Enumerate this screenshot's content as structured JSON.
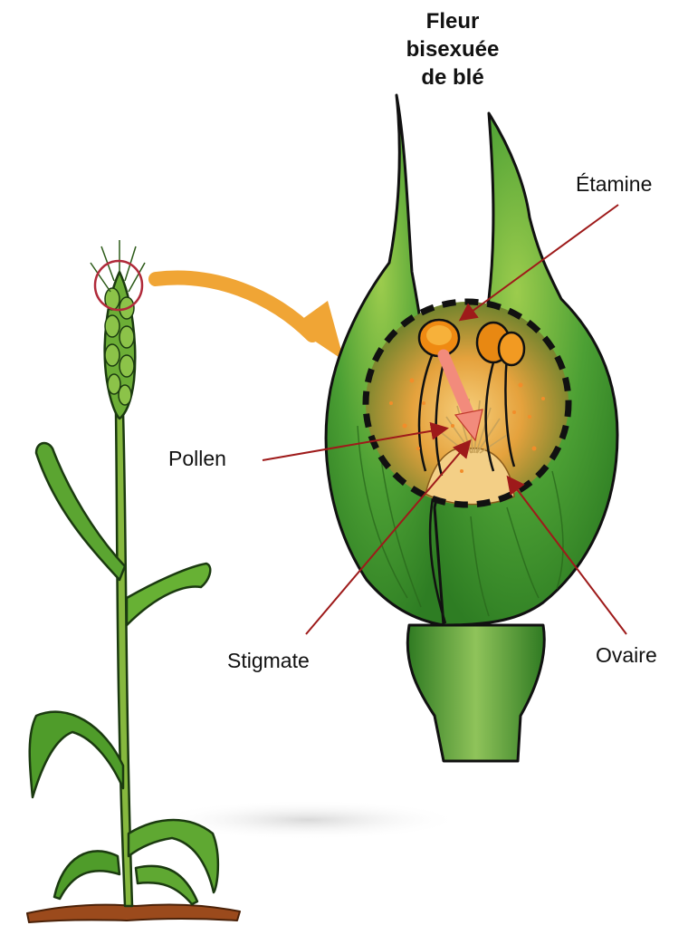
{
  "title_lines": [
    "Fleur",
    "bisexuée",
    "de blé"
  ],
  "labels": {
    "stamen": "Étamine",
    "pollen": "Pollen",
    "stigma": "Stigmate",
    "ovary": "Ovaire"
  },
  "colors": {
    "label_line": "#9e1a1a",
    "flower_green": "#3f9a2c",
    "leaf_green": "#4f9c2a",
    "transfer_arrow": "#f0a535",
    "anther": "#ef8a12",
    "pollen_arrow": "#f28b7c",
    "highlight_circle": "#b02a3a"
  }
}
